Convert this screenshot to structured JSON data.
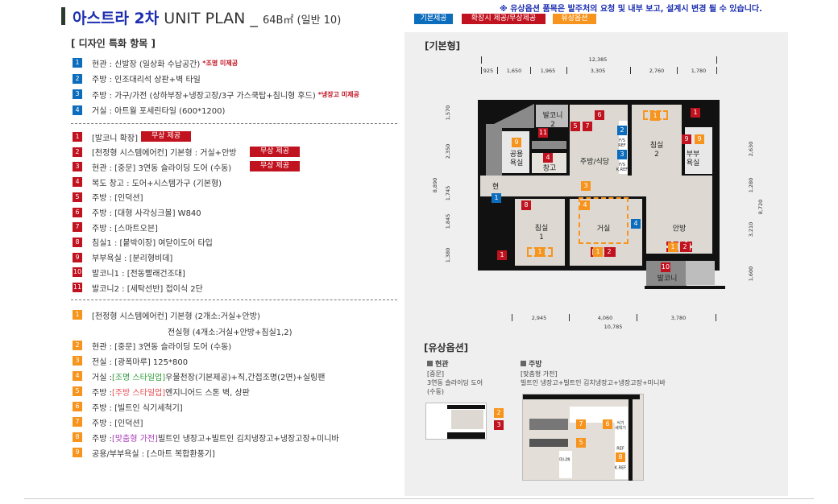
{
  "header": {
    "title_brand": "아스트라 2차",
    "title_main": " UNIT PLAN _ ",
    "title_area": "64B㎡",
    "title_type": " (일반 10)",
    "notice": "※ 유상옵션 품목은 발주처의 요청 및 내부 보고, 설계시 변경 될 수 있습니다.",
    "legend": [
      "기본제공",
      "확장시 제공/무상제공",
      "유상옵션"
    ]
  },
  "colors": {
    "basic": "#0d6dbd",
    "free": "#c1121f",
    "paid": "#f7941d",
    "brand": "#1c2fb0"
  },
  "design": {
    "heading": "[ 디자인 특화 항목 ]",
    "basic": [
      {
        "n": "1",
        "text": "현관 : 신발장 (일상화 수납공간)",
        "note": "*조명 미제공"
      },
      {
        "n": "2",
        "text": "주방 : 인조대리석 상판+벽 타일"
      },
      {
        "n": "3",
        "text": "주방 : 가구/가전 (상하부장+냉장고장/3구 가스쿡탑+침니형 후드)",
        "note": "*냉장고 미제공"
      },
      {
        "n": "4",
        "text": "거실 : 아트월 포세린타일 (600*1200)"
      }
    ],
    "free": [
      {
        "n": "1",
        "text": "[발코니 확장]",
        "tag": "무상 제공"
      },
      {
        "n": "2",
        "text": "[천정형 시스템에어컨] 기본형 : 거실+안방",
        "tag": "무상 제공"
      },
      {
        "n": "3",
        "text": "현관 : [중문] 3연동 슬라이딩 도어 (수동)",
        "tag": "무상 제공"
      },
      {
        "n": "4",
        "text": "복도 창고 : 도어+시스템가구 (기본형)"
      },
      {
        "n": "5",
        "text": "주방 : [인덕션]"
      },
      {
        "n": "6",
        "text": "주방 : [대형 사각싱크볼] W840"
      },
      {
        "n": "7",
        "text": "주방 : [스마트오븐]"
      },
      {
        "n": "8",
        "text": "침실1 : [붙박이장] 여닫이도어 타입"
      },
      {
        "n": "9",
        "text": "부부욕실 : [분리형비데]"
      },
      {
        "n": "10",
        "text": "발코니1 : [전동빨래건조대]"
      },
      {
        "n": "11",
        "text": "발코니2 : [세탁선반] 접이식 2단"
      }
    ],
    "paid": [
      {
        "n": "1",
        "text": "[천정형 시스템에어컨] 기본형 (2개소:거실+안방)",
        "text2": "전실형 (4개소:거실+안방+침실1,2)"
      },
      {
        "n": "2",
        "text": "현관 : [중문] 3연동 슬라이딩 도어 (수동)"
      },
      {
        "n": "3",
        "text": "전실 : [광폭마루] 125*800"
      },
      {
        "n": "4",
        "pre": "거실 : ",
        "hl": "[조명 스타일업]",
        "text": " 우물천장(기본제공)+직,간접조명(2면)+실링팬"
      },
      {
        "n": "5",
        "pre": "주방 : ",
        "hl": "[주방 스타일업]",
        "text": " 엔지니어드 스톤 벽, 상판"
      },
      {
        "n": "6",
        "text": "주방 : [빌트인 식기세척기]"
      },
      {
        "n": "7",
        "text": "주방 : [인덕션]"
      },
      {
        "n": "8",
        "pre": "주방 : ",
        "hl": "[맞춤형 가전]",
        "text": " 빌트인 냉장고+빌트인 김치냉장고+냉장고장+미니바"
      },
      {
        "n": "9",
        "text": "공용/부부욕실 : [스마트 복합환풍기]"
      }
    ]
  },
  "plan": {
    "heading": "[기본형]",
    "dims_top": {
      "total": "12,385",
      "segments": [
        "925",
        "1,650",
        "1,965",
        "3,305",
        "2,760",
        "1,780"
      ]
    },
    "dims_left": {
      "total": "8,890",
      "segments": [
        "1,570",
        "2,350",
        "1,745",
        "1,845",
        "1,380"
      ]
    },
    "dims_right": {
      "total": "8,720",
      "segments": [
        "2,630",
        "1,280",
        "3,210",
        "1,600"
      ]
    },
    "dims_bottom": {
      "total": "10,785",
      "segments": [
        "2,945",
        "4,060",
        "3,780"
      ]
    },
    "rooms": [
      "발코니\n2",
      "주방/식당",
      "침실\n2",
      "공용\n욕실",
      "창고",
      "부부\n욕실",
      "현",
      "침실\n1",
      "거실",
      "안방",
      "발코니"
    ],
    "fixtures": [
      "F/S\nREF",
      "F/S\nK.REF"
    ],
    "markers": [
      "1",
      "1",
      "6",
      "5",
      "7",
      "2",
      "11",
      "9",
      "9",
      "9",
      "4",
      "3",
      "3",
      "1",
      "8",
      "4",
      "4",
      "1",
      "1",
      "1",
      "2",
      "1",
      "2",
      "10"
    ]
  },
  "options": {
    "heading": "[유상옵션]",
    "entrance": {
      "title": "현관",
      "sub": "[중문]",
      "desc": "3연동 슬라이딩 도어\n(수동)",
      "markers": [
        "2",
        "3"
      ]
    },
    "kitchen": {
      "title": "주방",
      "sub": "[맞춤형 가전]",
      "desc": "빌트인 냉장고+빌트인 김치냉장고+냉장고장+미니바",
      "markers": [
        "7",
        "6",
        "5",
        "8"
      ],
      "labels": [
        "식기\n세척기",
        "REF",
        "K.REF",
        "미니바"
      ]
    }
  }
}
